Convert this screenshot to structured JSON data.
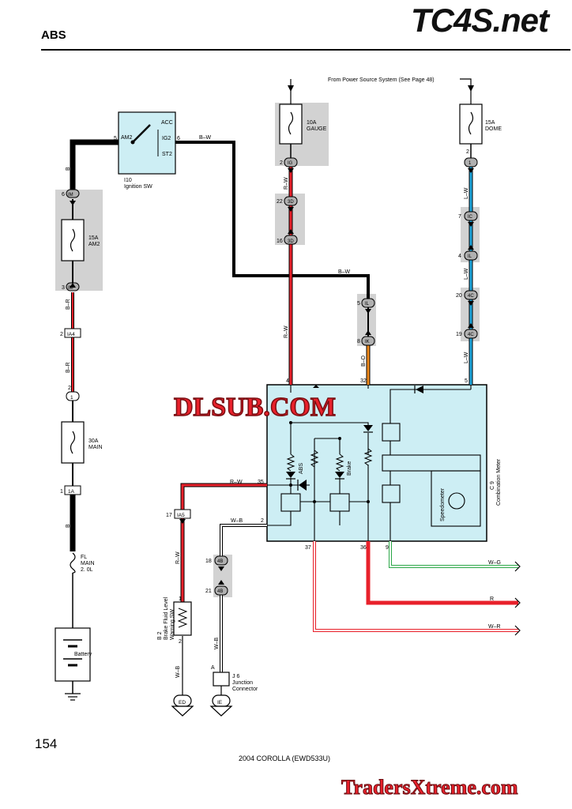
{
  "header": {
    "section": "ABS",
    "brand": "TC4S.net"
  },
  "footer": {
    "page_number": "154",
    "model": "2004 COROLLA (EWD533U)",
    "watermark_bottom": "TradersXtreme.com"
  },
  "watermark_mid": "DLSUB.COM",
  "diagram": {
    "source_note": "From Power Source System (See Page 48)",
    "ignition": {
      "id": "I10",
      "name": "Ignition SW",
      "pins": [
        "AM2",
        "ACC",
        "IG2",
        "ST2"
      ],
      "pin_in": "5",
      "pin_out": "6"
    },
    "fuses": {
      "am2": {
        "rating": "15A",
        "name": "AM2"
      },
      "gauge": {
        "rating": "10A",
        "name": "GAUGE"
      },
      "dome": {
        "rating": "15A",
        "name": "DOME"
      },
      "main": {
        "rating": "30A",
        "name": "MAIN"
      },
      "fl": {
        "label1": "FL",
        "label2": "MAIN",
        "label3": "2. 0L"
      }
    },
    "connectors": {
      "im_top": "IM",
      "im_top_pin": "6",
      "im_bot": "IM",
      "im_bot_pin": "3",
      "ia4": "IA4",
      "ia4_pin": "2",
      "c1": "1",
      "c1_pin": "2",
      "ia1": "1A",
      "ia1_pin": "1",
      "ia5": "IA5",
      "ia5_pin": "17",
      "ig": "IG",
      "ig_pin": "2",
      "c3d_a": "3D",
      "c3d_a_pin": "22",
      "c3d_b": "3D",
      "c3d_b_pin": "16",
      "il": "IL",
      "il_pin": "5",
      "ik": "IK",
      "ik_pin": "8",
      "dome_1": "1",
      "dome_1_pin": "2",
      "ic": "IC",
      "ic_pin": "7",
      "i_l": "IL",
      "i_l_pin": "4",
      "c4c_a": "4C",
      "c4c_a_pin": "20",
      "c4c_b": "4C",
      "c4c_b_pin": "19",
      "c4b_a": "4B",
      "c4b_a_pin": "18",
      "c4b_b": "4B",
      "c4b_b_pin": "21"
    },
    "wires": {
      "b_ign": "B",
      "bw_ign": "B–W",
      "br_1": "B–R",
      "br_2": "B–R",
      "b_main": "B",
      "rw_gauge": "R–W",
      "rw_meter": "R–W",
      "bw_mid": "B–W",
      "bo": "B–O",
      "lw_1": "L–W",
      "lw_2": "L–W",
      "lw_3": "L–W",
      "rw_left": "R–W",
      "rw_sw": "R–W",
      "wb_top": "W–B",
      "wb_mid": "W–B",
      "wb_sw": "W–B",
      "wg_out": "W–G",
      "r_out": "R",
      "wr_out": "W–R"
    },
    "meter": {
      "id": "C 9",
      "name": "Combination Meter",
      "pins": {
        "p4": "4",
        "p32": "32",
        "p5": "5",
        "p35": "35",
        "p2": "2",
        "p37": "37",
        "p36": "36",
        "p9": "9"
      },
      "abs_label": "ABS",
      "brake_label": "Brake",
      "speedo_label": "Speedometer"
    },
    "brake_sw": {
      "id": "B 2",
      "line1": "Brake Fluid Level",
      "line2": "Warning SW",
      "pin1": "1",
      "pin2": "2"
    },
    "junction": {
      "id": "J 6",
      "line1": "Junction",
      "line2": "Connector",
      "pin": "A"
    },
    "battery": "Battery",
    "grounds": {
      "ed": "ED",
      "ie": "IE"
    }
  },
  "colors": {
    "red": "#e8212b",
    "blue": "#1fa6dc",
    "orange": "#f08a1c",
    "green": "#2ea84a",
    "meter_fill": "#cdeef4",
    "connector_bg": "#d2d2d2"
  }
}
